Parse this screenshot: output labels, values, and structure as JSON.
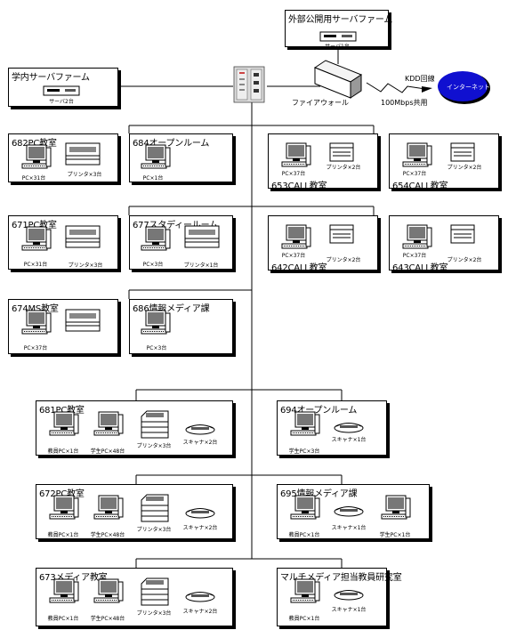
{
  "external_farm": {
    "title": "外部公開用サーバファーム",
    "server_label": "サーバ1台"
  },
  "internal_farm": {
    "title": "学内サーバファーム",
    "server_label": "サーバ2台"
  },
  "firewall": {
    "label": "ファイアウォール"
  },
  "internet": {
    "label": "インターネット",
    "kdd_label": "KDD回線",
    "bandwidth_label": "100Mbps共用"
  },
  "rooms": {
    "r682": {
      "title": "682PC教室",
      "pc": "PC×31台",
      "printer": "プリンタ×3台"
    },
    "r684a": {
      "title": "684オープンルーム",
      "pc": "PC×1台"
    },
    "r653": {
      "title": "653CALL教室",
      "pc": "PC×37台",
      "printer": "プリンタ×2台"
    },
    "r654": {
      "title": "654CALL教室",
      "pc": "PC×37台",
      "printer": "プリンタ×2台"
    },
    "r671": {
      "title": "671PC教室",
      "pc": "PC×31台",
      "printer": "プリンタ×3台"
    },
    "r677": {
      "title": "677スタディールーム",
      "pc": "PC×3台",
      "printer": "プリンタ×1台"
    },
    "r642": {
      "title": "642CALL教室",
      "pc": "PC×37台",
      "printer": "プリンタ×2台"
    },
    "r643": {
      "title": "643CALL教室",
      "pc": "PC×37台",
      "printer": "プリンタ×2台"
    },
    "r674": {
      "title": "674MS教室",
      "pc": "PC×37台"
    },
    "r686": {
      "title": "686情報メディア課",
      "pc": "PC×3台"
    },
    "r681": {
      "title": "681PC教室",
      "pc1": "教員PC×1台",
      "pc2": "学生PC×48台",
      "printer": "プリンタ×3台",
      "scanner": "スキャナ×2台"
    },
    "r694": {
      "title": "694オープンルーム",
      "pc": "学生PC×3台",
      "scanner": "スキャナ×1台"
    },
    "r672": {
      "title": "672PC教室",
      "pc1": "教員PC×1台",
      "pc2": "学生PC×48台",
      "printer": "プリンタ×3台",
      "scanner": "スキャナ×2台"
    },
    "r695": {
      "title": "695情報メディア課",
      "pc1": "教員PC×1台",
      "scanner": "スキャナ×1台",
      "pc2": "学生PC×1台"
    },
    "r673": {
      "title": "673メディア教室",
      "pc1": "教員PC×1台",
      "pc2": "学生PC×48台",
      "printer": "プリンタ×3台",
      "scanner": "スキャナ×2台"
    },
    "rmm": {
      "title": "マルチメディア担当教員研究室",
      "pc": "教員PC×1台",
      "scanner": "スキャナ×1台"
    }
  }
}
